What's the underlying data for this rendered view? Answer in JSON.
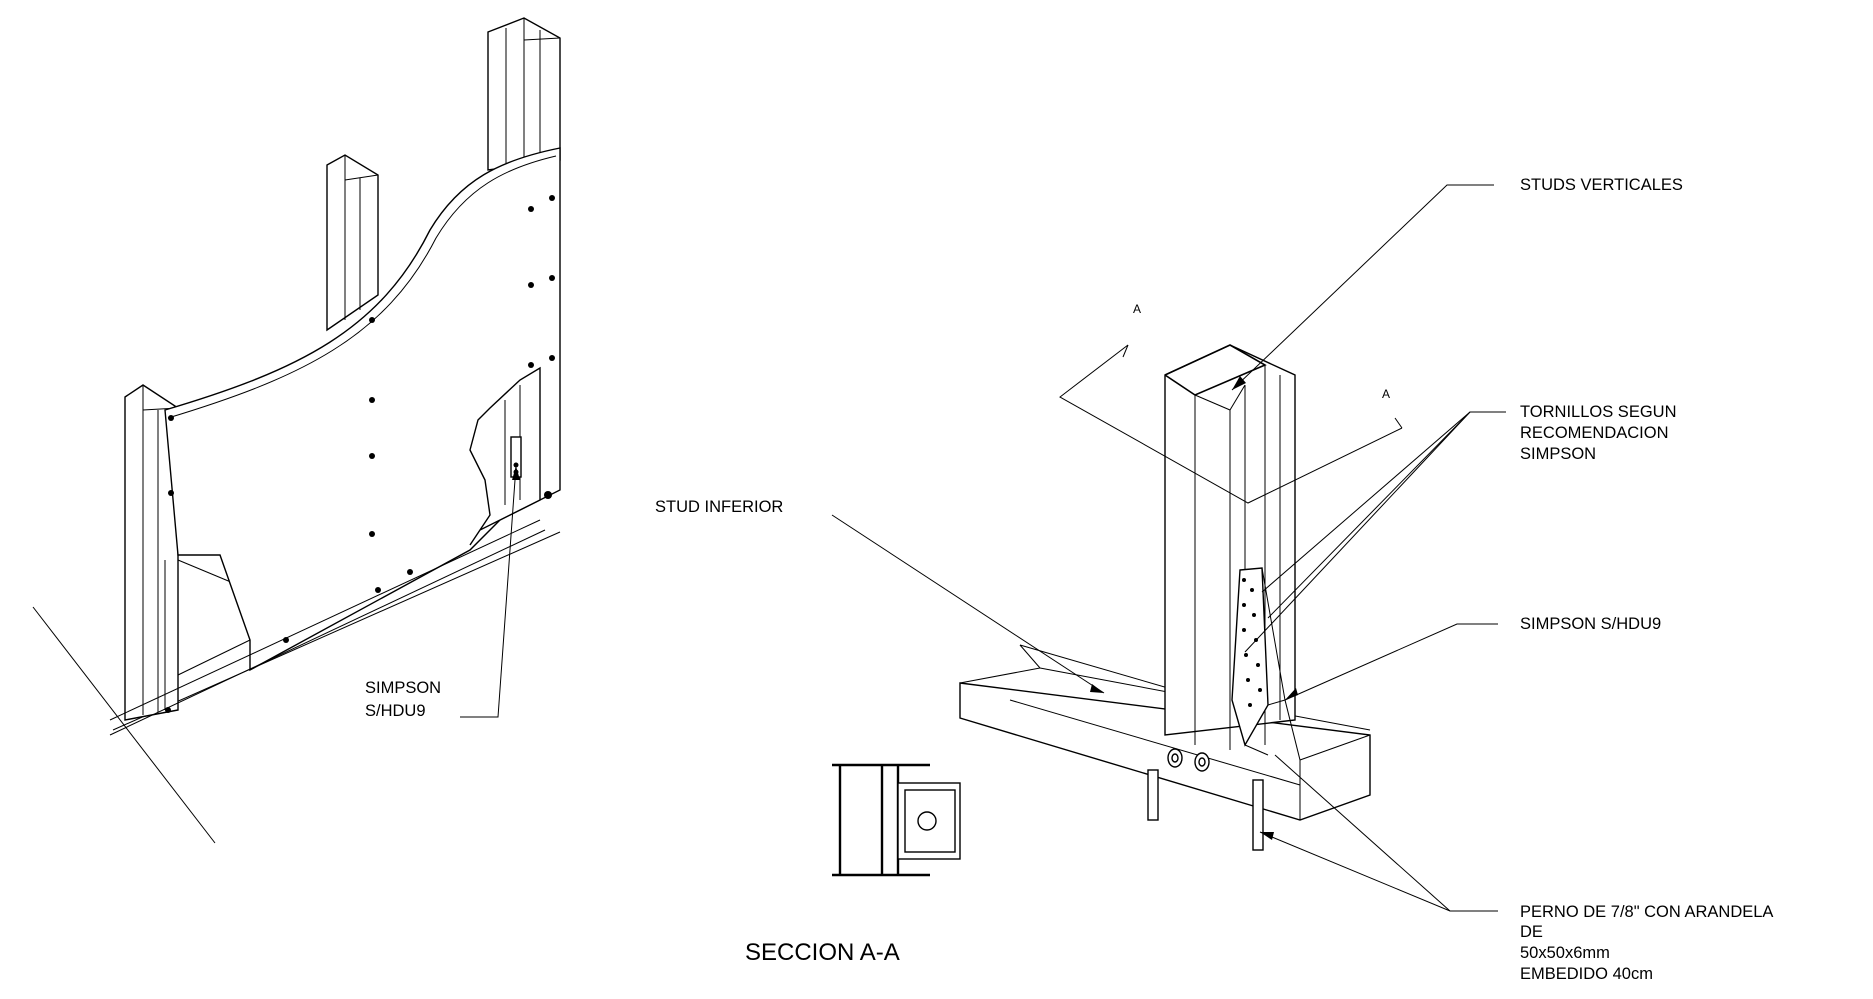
{
  "labels": {
    "studs_verticales": "STUDS VERTICALES",
    "tornillos_1": "TORNILLOS SEGUN",
    "tornillos_2": "RECOMENDACION",
    "tornillos_3": "SIMPSON",
    "stud_inferior": "STUD INFERIOR",
    "simpson_right": "SIMPSON S/HDU9",
    "simpson_left_1": "SIMPSON",
    "simpson_left_2": "S/HDU9",
    "perno_1": "PERNO DE 7/8\" CON ARANDELA",
    "perno_2": "DE",
    "perno_3": "50x50x6mm",
    "perno_4": "EMBEDIDO 40cm",
    "section_mark_1": "A",
    "section_mark_2": "A",
    "section_title": "SECCION A-A"
  }
}
